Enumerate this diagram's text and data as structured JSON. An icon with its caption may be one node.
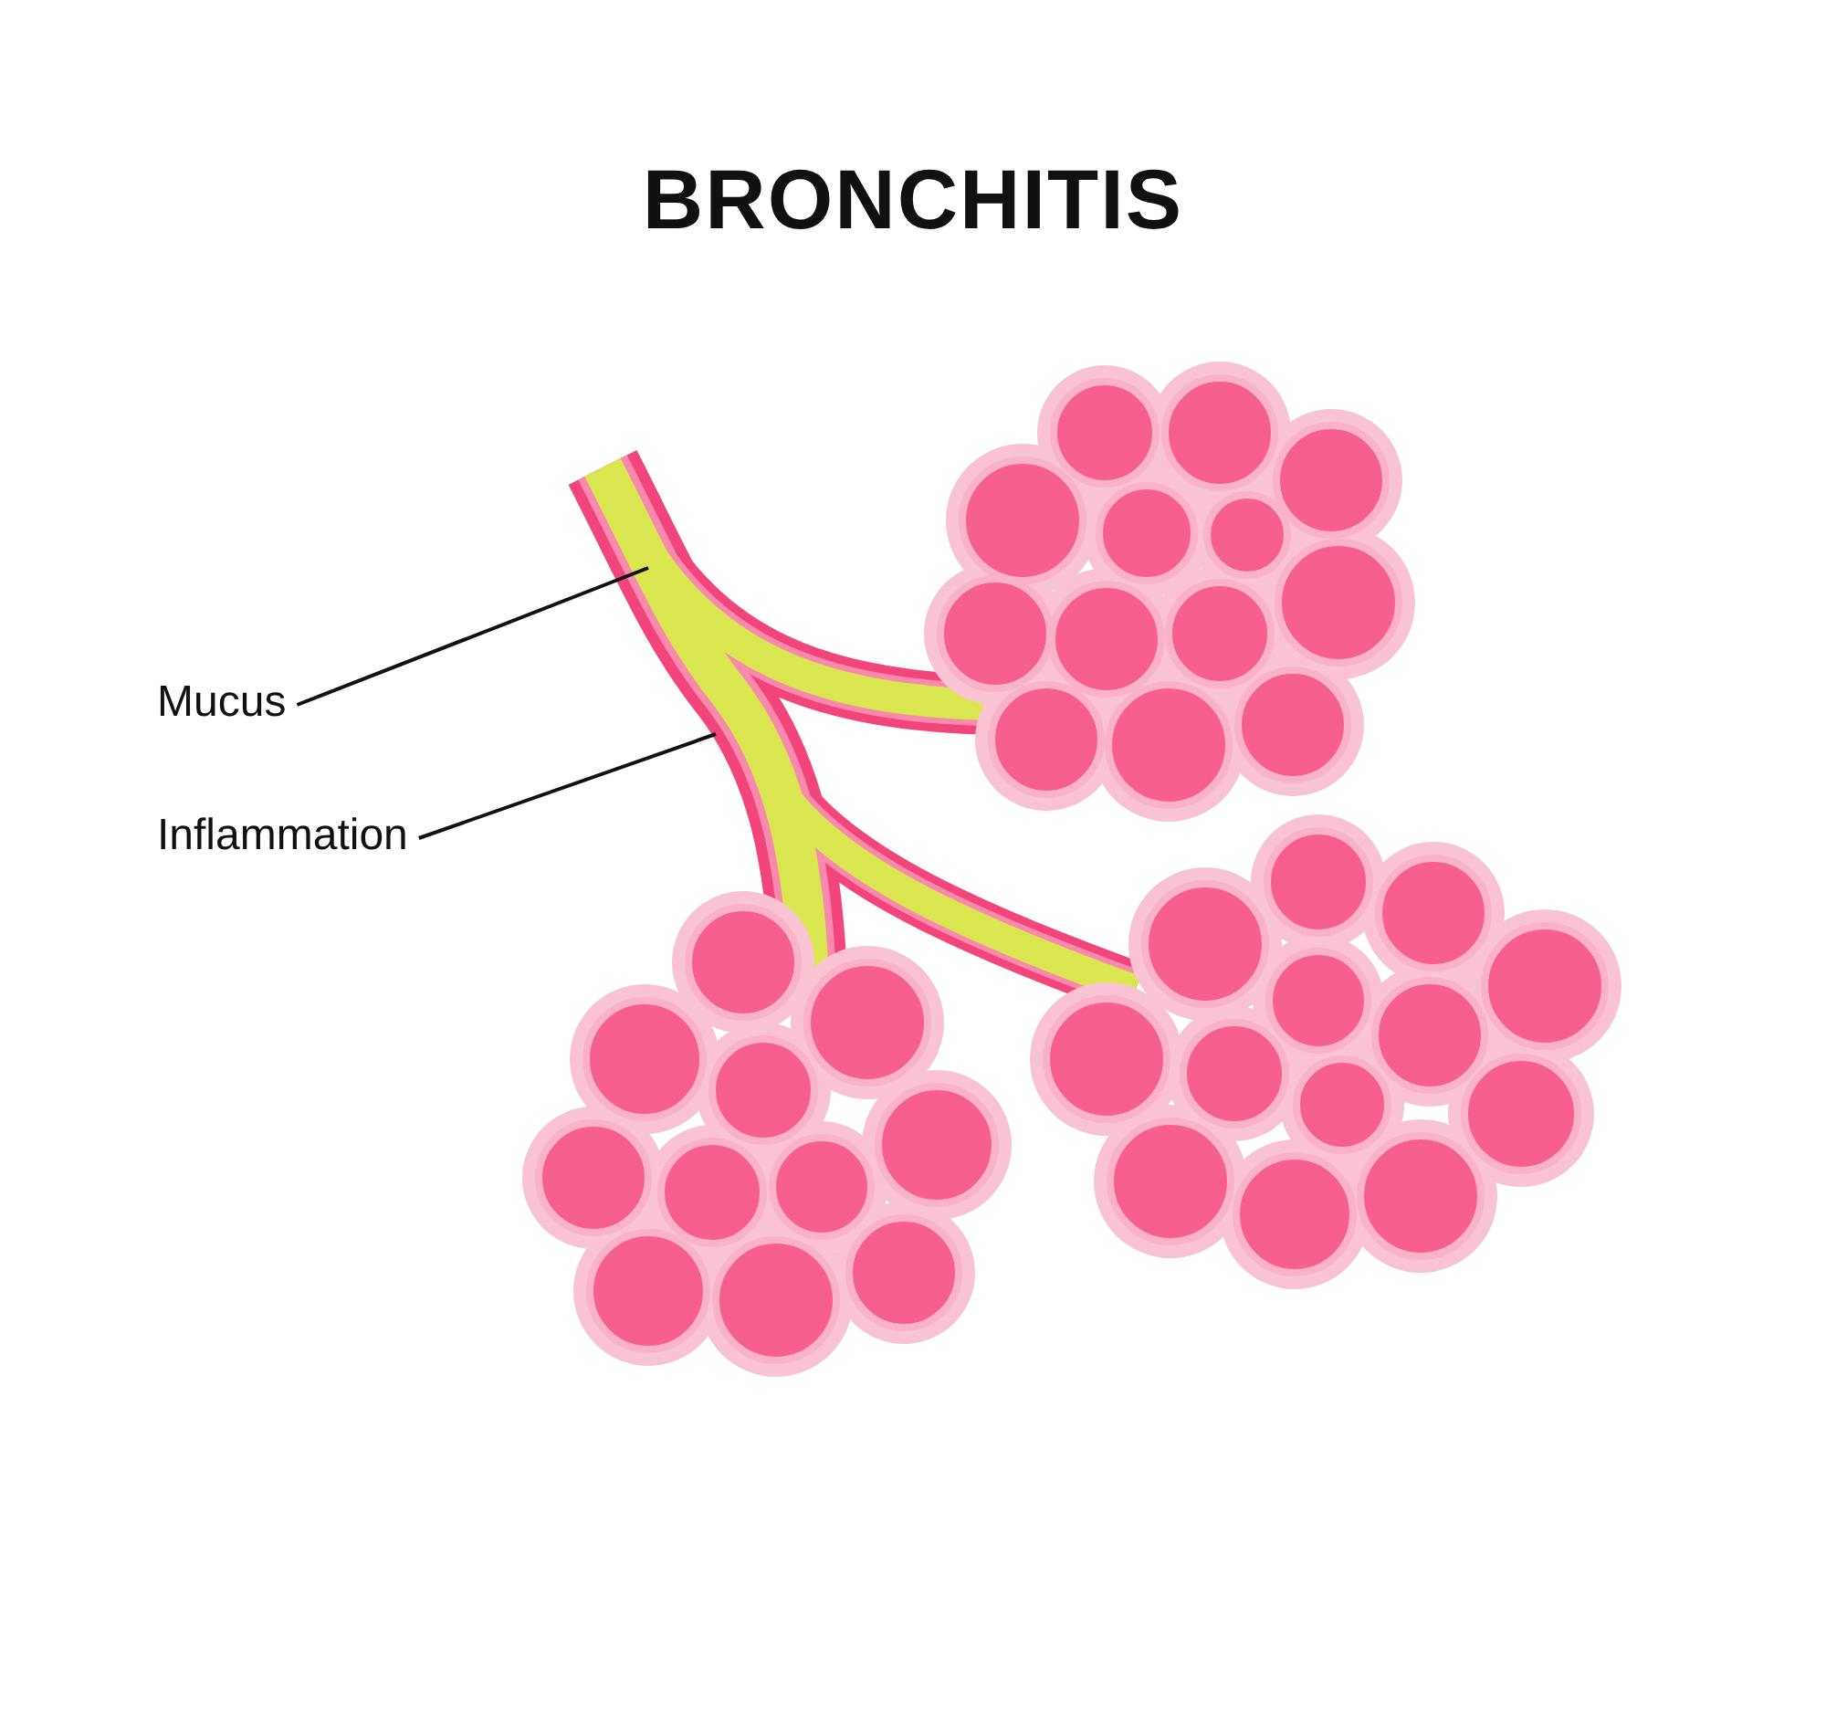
{
  "diagram": {
    "title": "BRONCHITIS",
    "nodes": [
      {
        "text": [
          "Mucus"
        ]
      },
      {
        "text": [
          "Inflammation"
        ]
      }
    ],
    "edges": [
      {
        "from": 0,
        "to": null,
        "arrow": "none"
      },
      {
        "from": 1,
        "to": null,
        "arrow": "none"
      }
    ]
  }
}
